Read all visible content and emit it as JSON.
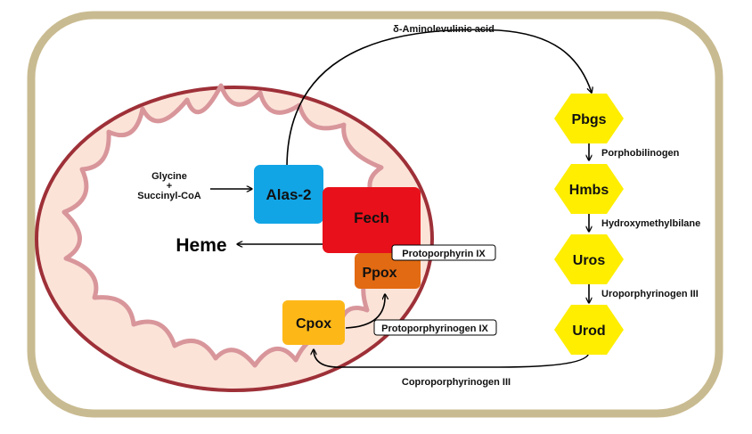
{
  "inputs": {
    "glycine": "Glycine",
    "plus": "+",
    "succinyl_coa": "Succinyl-CoA"
  },
  "product": "Heme",
  "mito_enzymes": {
    "alas2": "Alas-2",
    "fech": "Fech",
    "ppox": "Ppox",
    "cpox": "Cpox"
  },
  "cyto_enzymes": {
    "pbgs": "Pbgs",
    "hmbs": "Hmbs",
    "uros": "Uros",
    "urod": "Urod"
  },
  "intermediates": {
    "ala": "δ-Aminolevulinic acid",
    "porphobilinogen": "Porphobilinogen",
    "hydroxymethylbilane": "Hydroxymethylbilane",
    "uroporphyrinogen": "Uroporphyrinogen III",
    "coproporphyrinogen": "Coproporphyrinogen III",
    "protoporphyrinogen": "Protoporphyrinogen IX",
    "protoporphyrin": "Protoporphyrin IX"
  },
  "colors": {
    "cell_border": "#c9bb91",
    "mito_outer": "#9e3038",
    "mito_fill": "#fbe3d8",
    "cristae": "#d8969b",
    "alas2": "#12a5e6",
    "fech": "#e8101a",
    "ppox": "#e26a12",
    "cpox": "#fdb818",
    "hexagon": "#ffee00"
  }
}
